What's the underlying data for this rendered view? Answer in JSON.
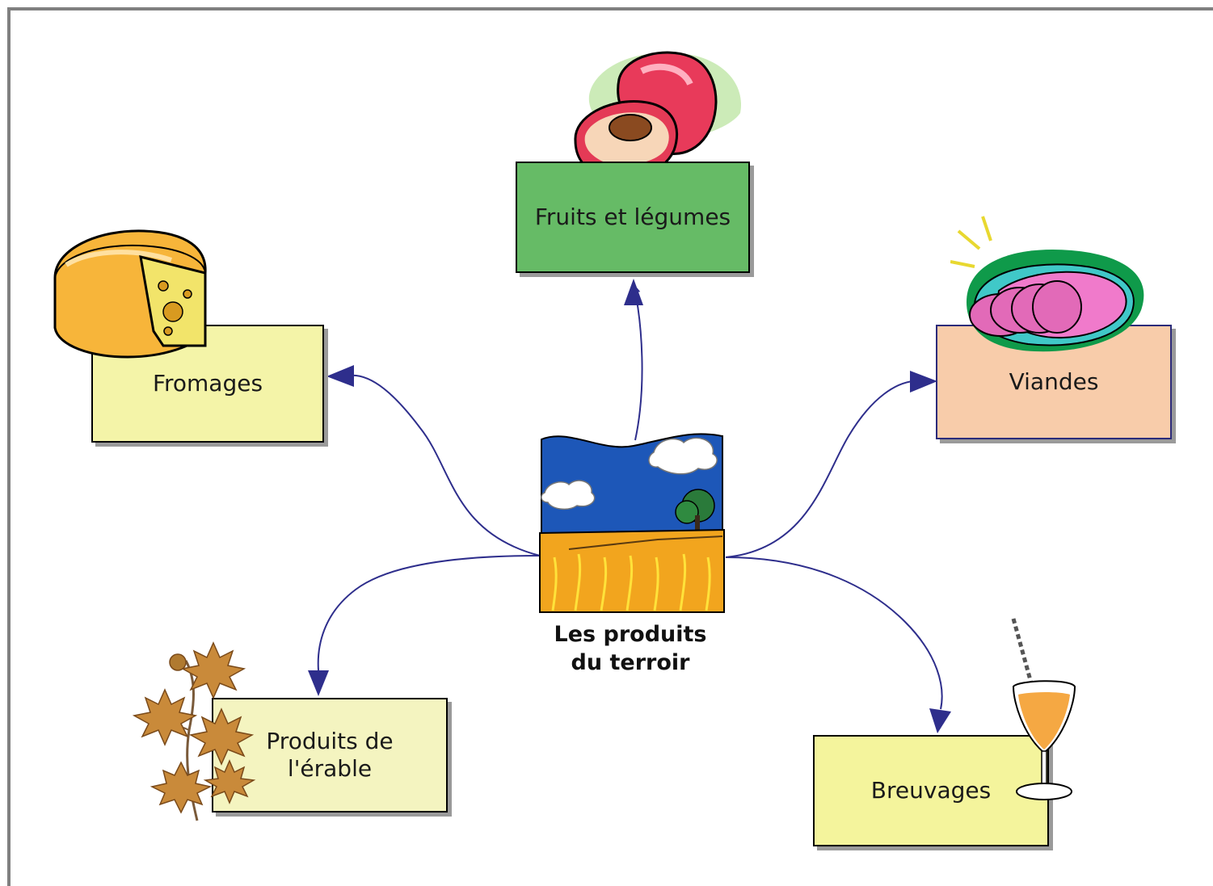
{
  "center": {
    "label": "Les produits\ndu terroir",
    "icon": "farm-field-icon"
  },
  "nodes": [
    {
      "id": "fruits",
      "label": "Fruits et légumes",
      "fill": "#66bb66",
      "icon": "peach-icon"
    },
    {
      "id": "fromages",
      "label": "Fromages",
      "fill": "#f4f4a8",
      "icon": "cheese-icon"
    },
    {
      "id": "viandes",
      "label": "Viandes",
      "fill": "#f8ccaa",
      "icon": "ham-icon"
    },
    {
      "id": "erable",
      "label": "Produits de\nl'érable",
      "fill": "#f4f4c0",
      "icon": "maple-leaves-icon"
    },
    {
      "id": "breuvages",
      "label": "Breuvages",
      "fill": "#f4f49c",
      "icon": "drink-glass-icon"
    }
  ],
  "colors": {
    "connector": "#2e2e8c",
    "frame": "#808080",
    "viandes_border": "#2b2b7a"
  }
}
